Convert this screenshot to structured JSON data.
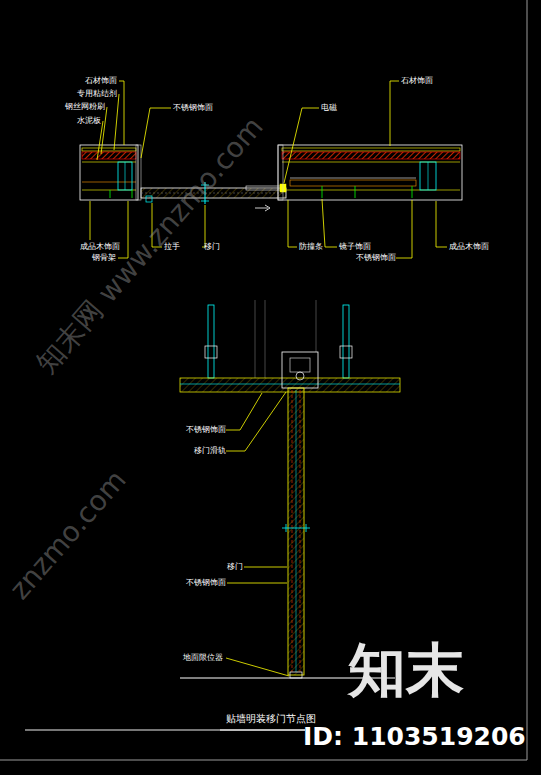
{
  "diagram": {
    "title": "贴墙明装移门节点图",
    "labels": [
      "石材饰面",
      "专用粘结剂",
      "钢丝网粉刷",
      "水泥板",
      "不锈钢饰面",
      "电磁",
      "石材饰面",
      "成品木饰面",
      "钢骨架",
      "拉手",
      "移门",
      "防撞条",
      "镜子饰面",
      "不锈钢饰面",
      "成品木饰面",
      "不锈钢饰面",
      "移门滑轨",
      "移门",
      "不锈钢饰面",
      "地面限位器",
      "知末网 www.znzmo.com",
      "znzmo.com",
      "知末",
      "ID: 1103519206"
    ]
  }
}
